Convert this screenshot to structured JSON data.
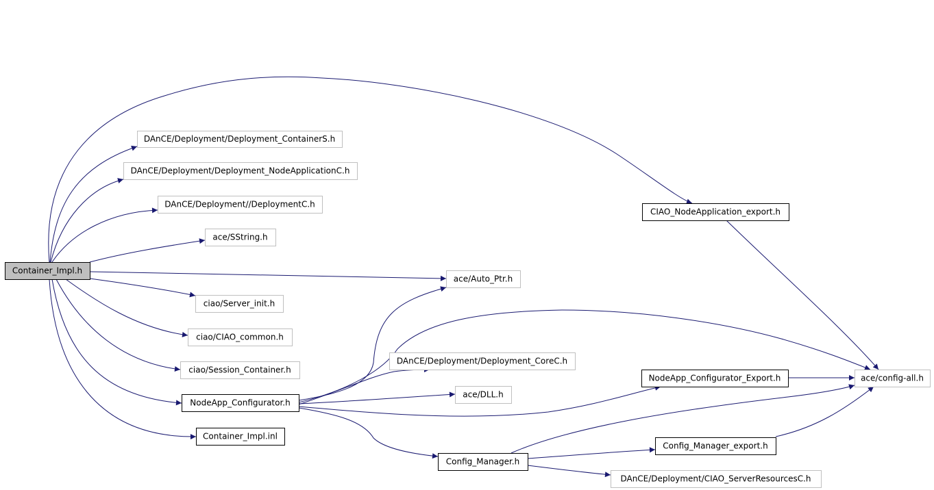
{
  "diagram": {
    "colors": {
      "edge": "#191970",
      "root_fill": "#bfbfbf",
      "root_border": "#000000",
      "documented_border": "#000000",
      "undocumented_border": "#bfbfbf",
      "text": "#000000",
      "background": "#ffffff"
    },
    "nodes": [
      {
        "id": "container_impl_h",
        "label": "Container_Impl.h",
        "kind": "root"
      },
      {
        "id": "deployment_containers_h",
        "label": "DAnCE/Deployment/Deployment_ContainerS.h",
        "kind": "undocumented"
      },
      {
        "id": "deployment_nodeapplicationc_h",
        "label": "DAnCE/Deployment/Deployment_NodeApplicationC.h",
        "kind": "undocumented"
      },
      {
        "id": "deploymentc_h",
        "label": "DAnCE/Deployment//DeploymentC.h",
        "kind": "undocumented"
      },
      {
        "id": "sstring_h",
        "label": "ace/SString.h",
        "kind": "undocumented"
      },
      {
        "id": "auto_ptr_h",
        "label": "ace/Auto_Ptr.h",
        "kind": "undocumented"
      },
      {
        "id": "server_init_h",
        "label": "ciao/Server_init.h",
        "kind": "undocumented"
      },
      {
        "id": "ciao_common_h",
        "label": "ciao/CIAO_common.h",
        "kind": "undocumented"
      },
      {
        "id": "session_container_h",
        "label": "ciao/Session_Container.h",
        "kind": "undocumented"
      },
      {
        "id": "nodeapp_configurator_h",
        "label": "NodeApp_Configurator.h",
        "kind": "documented"
      },
      {
        "id": "container_impl_inl",
        "label": "Container_Impl.inl",
        "kind": "documented"
      },
      {
        "id": "nodeapplication_export_h",
        "label": "CIAO_NodeApplication_export.h",
        "kind": "documented"
      },
      {
        "id": "deployment_corec_h",
        "label": "DAnCE/Deployment/Deployment_CoreC.h",
        "kind": "undocumented"
      },
      {
        "id": "dll_h",
        "label": "ace/DLL.h",
        "kind": "undocumented"
      },
      {
        "id": "nodeapp_configurator_export_h",
        "label": "NodeApp_Configurator_Export.h",
        "kind": "documented"
      },
      {
        "id": "config_all_h",
        "label": "ace/config-all.h",
        "kind": "undocumented"
      },
      {
        "id": "config_manager_h",
        "label": "Config_Manager.h",
        "kind": "documented"
      },
      {
        "id": "config_manager_export_h",
        "label": "Config_Manager_export.h",
        "kind": "documented"
      },
      {
        "id": "ciao_serverresourcesc_h",
        "label": "DAnCE/Deployment/CIAO_ServerResourcesC.h",
        "kind": "undocumented"
      }
    ],
    "edges": [
      {
        "from": "container_impl_h",
        "to": "deployment_containers_h"
      },
      {
        "from": "container_impl_h",
        "to": "deployment_nodeapplicationc_h"
      },
      {
        "from": "container_impl_h",
        "to": "deploymentc_h"
      },
      {
        "from": "container_impl_h",
        "to": "sstring_h"
      },
      {
        "from": "container_impl_h",
        "to": "auto_ptr_h"
      },
      {
        "from": "container_impl_h",
        "to": "server_init_h"
      },
      {
        "from": "container_impl_h",
        "to": "ciao_common_h"
      },
      {
        "from": "container_impl_h",
        "to": "session_container_h"
      },
      {
        "from": "container_impl_h",
        "to": "nodeapp_configurator_h"
      },
      {
        "from": "container_impl_h",
        "to": "container_impl_inl"
      },
      {
        "from": "container_impl_h",
        "to": "nodeapplication_export_h"
      },
      {
        "from": "nodeapplication_export_h",
        "to": "config_all_h"
      },
      {
        "from": "nodeapp_configurator_h",
        "to": "auto_ptr_h"
      },
      {
        "from": "nodeapp_configurator_h",
        "to": "config_all_h"
      },
      {
        "from": "nodeapp_configurator_h",
        "to": "deployment_corec_h"
      },
      {
        "from": "nodeapp_configurator_h",
        "to": "dll_h"
      },
      {
        "from": "nodeapp_configurator_h",
        "to": "nodeapp_configurator_export_h"
      },
      {
        "from": "nodeapp_configurator_h",
        "to": "config_manager_h"
      },
      {
        "from": "nodeapp_configurator_export_h",
        "to": "config_all_h"
      },
      {
        "from": "config_manager_h",
        "to": "config_all_h"
      },
      {
        "from": "config_manager_h",
        "to": "config_manager_export_h"
      },
      {
        "from": "config_manager_h",
        "to": "ciao_serverresourcesc_h"
      },
      {
        "from": "config_manager_export_h",
        "to": "config_all_h"
      }
    ]
  }
}
